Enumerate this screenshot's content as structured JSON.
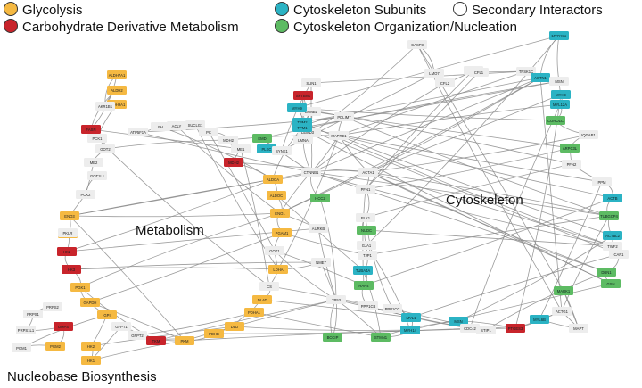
{
  "legend": [
    {
      "label": "Glycolysis",
      "color": "#f5b942"
    },
    {
      "label": "Carbohydrate Derivative Metabolism",
      "color": "#c8242b"
    },
    {
      "label": "Cytoskeleton Subunits",
      "color": "#2bb3c4"
    },
    {
      "label": "Cytoskeleton Organization/Nucleation",
      "color": "#5dbb63"
    },
    {
      "label": "Secondary Interactors",
      "color": "#ffffff"
    }
  ],
  "colors": {
    "glyco": "#f5b942",
    "carb": "#c8242b",
    "subunit": "#2bb3c4",
    "org": "#5dbb63",
    "secondary": "#ededed",
    "edge": "#8a8a8a"
  },
  "regions": {
    "metabolism": "Metabolism",
    "cytoskeleton": "Cytoskeleton",
    "nucleobase": "Nucleobase Biosynthesis"
  },
  "nodes": [
    {
      "id": "ALDH7A1",
      "cat": "glyco"
    },
    {
      "id": "ALDH2",
      "cat": "glyco"
    },
    {
      "id": "ALDH9A1",
      "cat": "glyco"
    },
    {
      "id": "AKR1B1",
      "cat": "secondary"
    },
    {
      "id": "FASN",
      "cat": "carb"
    },
    {
      "id": "PCK1",
      "cat": "secondary"
    },
    {
      "id": "GOT2",
      "cat": "secondary"
    },
    {
      "id": "ME2",
      "cat": "secondary"
    },
    {
      "id": "GOT1L1",
      "cat": "secondary"
    },
    {
      "id": "PCK2",
      "cat": "secondary"
    },
    {
      "id": "ENO3",
      "cat": "glyco"
    },
    {
      "id": "ENO2",
      "cat": "glyco"
    },
    {
      "id": "PKLR",
      "cat": "secondary"
    },
    {
      "id": "HK2",
      "cat": "carb"
    },
    {
      "id": "HK3",
      "cat": "carb"
    },
    {
      "id": "PGK1",
      "cat": "glyco"
    },
    {
      "id": "GAPDH",
      "cat": "glyco"
    },
    {
      "id": "PRPS2",
      "cat": "secondary"
    },
    {
      "id": "PRPS1",
      "cat": "secondary"
    },
    {
      "id": "PRPS1L1",
      "cat": "secondary"
    },
    {
      "id": "UMPS",
      "cat": "carb"
    },
    {
      "id": "PGM2",
      "cat": "glyco"
    },
    {
      "id": "PGM1",
      "cat": "secondary"
    },
    {
      "id": "GPI",
      "cat": "glyco"
    },
    {
      "id": "HK2",
      "cat": "glyco"
    },
    {
      "id": "HK1",
      "cat": "glyco"
    },
    {
      "id": "GFPT1",
      "cat": "secondary"
    },
    {
      "id": "GFPT2",
      "cat": "secondary"
    },
    {
      "id": "ATP5F1A",
      "cat": "secondary"
    },
    {
      "id": "FH",
      "cat": "secondary"
    },
    {
      "id": "ACLY",
      "cat": "secondary"
    },
    {
      "id": "SUCLG1",
      "cat": "secondary"
    },
    {
      "id": "PC",
      "cat": "secondary"
    },
    {
      "id": "MDH2",
      "cat": "secondary"
    },
    {
      "id": "ME1",
      "cat": "secondary"
    },
    {
      "id": "MDH2",
      "cat": "carb"
    },
    {
      "id": "ALDOA",
      "cat": "glyco"
    },
    {
      "id": "ALDOC",
      "cat": "glyco"
    },
    {
      "id": "ENO1",
      "cat": "glyco"
    },
    {
      "id": "PGAM1",
      "cat": "glyco"
    },
    {
      "id": "GOT1",
      "cat": "secondary"
    },
    {
      "id": "LDHA",
      "cat": "glyco"
    },
    {
      "id": "CS",
      "cat": "secondary"
    },
    {
      "id": "DLAT",
      "cat": "glyco"
    },
    {
      "id": "PDHA1",
      "cat": "glyco"
    },
    {
      "id": "DLD",
      "cat": "glyco"
    },
    {
      "id": "PDHB",
      "cat": "glyco"
    },
    {
      "id": "PKM",
      "cat": "glyco"
    },
    {
      "id": "TKM",
      "cat": "carb"
    },
    {
      "id": "CTNNB1",
      "cat": "secondary"
    },
    {
      "id": "HCC2",
      "cat": "org"
    },
    {
      "id": "AURKB",
      "cat": "secondary"
    },
    {
      "id": "NME7",
      "cat": "secondary"
    },
    {
      "id": "TP53",
      "cat": "secondary"
    },
    {
      "id": "BCCIP",
      "cat": "org"
    },
    {
      "id": "EMD",
      "cat": "org"
    },
    {
      "id": "PLEC",
      "cat": "subunit"
    },
    {
      "id": "SYNE1",
      "cat": "secondary"
    },
    {
      "id": "SUN1",
      "cat": "secondary"
    },
    {
      "id": "SUN2",
      "cat": "secondary"
    },
    {
      "id": "LMNA",
      "cat": "secondary"
    },
    {
      "id": "LMNB1",
      "cat": "secondary"
    },
    {
      "id": "LEMD3",
      "cat": "secondary"
    },
    {
      "id": "SPTBN1",
      "cat": "carb"
    },
    {
      "id": "TPM2",
      "cat": "subunit"
    },
    {
      "id": "MYH9",
      "cat": "subunit"
    },
    {
      "id": "TPM1",
      "cat": "subunit"
    },
    {
      "id": "PDLIM7",
      "cat": "secondary"
    },
    {
      "id": "MAPRE1",
      "cat": "secondary"
    },
    {
      "id": "ACTA1",
      "cat": "secondary"
    },
    {
      "id": "PFN1",
      "cat": "secondary"
    },
    {
      "id": "PLK1",
      "cat": "secondary"
    },
    {
      "id": "NUDC",
      "cat": "org"
    },
    {
      "id": "GJA1",
      "cat": "secondary"
    },
    {
      "id": "TJP1",
      "cat": "secondary"
    },
    {
      "id": "TUBA4A",
      "cat": "subunit"
    },
    {
      "id": "RAN4",
      "cat": "org"
    },
    {
      "id": "PPP1CB",
      "cat": "secondary"
    },
    {
      "id": "PPP1CC",
      "cat": "secondary"
    },
    {
      "id": "MYL1",
      "cat": "subunit"
    },
    {
      "id": "MYH14",
      "cat": "subunit"
    },
    {
      "id": "STMN1",
      "cat": "org"
    },
    {
      "id": "MSN",
      "cat": "subunit"
    },
    {
      "id": "CDC42",
      "cat": "secondary"
    },
    {
      "id": "STIP1",
      "cat": "secondary"
    },
    {
      "id": "PTGES3",
      "cat": "carb"
    },
    {
      "id": "MYL6B",
      "cat": "subunit"
    },
    {
      "id": "ACTG1",
      "cat": "secondary"
    },
    {
      "id": "MAPT",
      "cat": "secondary"
    },
    {
      "id": "MARK1",
      "cat": "org"
    },
    {
      "id": "CASP3",
      "cat": "secondary"
    },
    {
      "id": "LMO7",
      "cat": "secondary"
    },
    {
      "id": "CFL2",
      "cat": "secondary"
    },
    {
      "id": "VCL",
      "cat": "secondary"
    },
    {
      "id": "CFL1",
      "cat": "secondary"
    },
    {
      "id": "TPSK1C",
      "cat": "secondary"
    },
    {
      "id": "ACTN1",
      "cat": "subunit"
    },
    {
      "id": "MYO18A",
      "cat": "subunit"
    },
    {
      "id": "MSN",
      "cat": "secondary"
    },
    {
      "id": "MYH9",
      "cat": "subunit"
    },
    {
      "id": "MYL12A",
      "cat": "subunit"
    },
    {
      "id": "CORO1C",
      "cat": "org"
    },
    {
      "id": "IQGAP1",
      "cat": "secondary"
    },
    {
      "id": "ARPC3L",
      "cat": "org"
    },
    {
      "id": "PFN2",
      "cat": "secondary"
    },
    {
      "id": "PPM",
      "cat": "secondary"
    },
    {
      "id": "ACTB",
      "cat": "subunit"
    },
    {
      "id": "TUBGCP4",
      "cat": "org"
    },
    {
      "id": "ACTBL2",
      "cat": "subunit"
    },
    {
      "id": "TWF2",
      "cat": "secondary"
    },
    {
      "id": "CAP1",
      "cat": "secondary"
    },
    {
      "id": "DBN1",
      "cat": "org"
    },
    {
      "id": "GSN",
      "cat": "org"
    }
  ]
}
